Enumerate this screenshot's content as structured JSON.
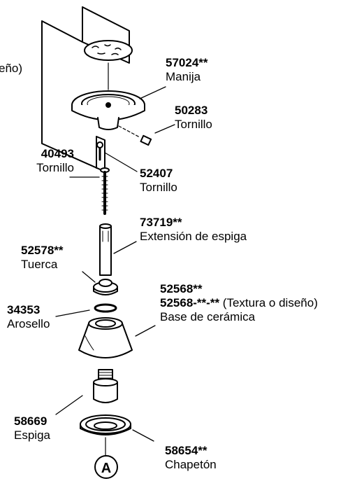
{
  "labels": {
    "top_left_fragment": "eño)",
    "manija": {
      "part": "57024**",
      "name": "Manija"
    },
    "tornillo_set": {
      "part": "50283",
      "name": "Tornillo"
    },
    "tornillo_long": {
      "part": "40493",
      "name": "Tornillo"
    },
    "tornillo_small": {
      "part": "52407",
      "name": "Tornillo"
    },
    "extension": {
      "part": "73719**",
      "name": "Extensión de espiga"
    },
    "tuerca": {
      "part": "52578**",
      "name": "Tuerca"
    },
    "base": {
      "part": "52568**",
      "part_alt": "52568-**-**",
      "note": "(Textura o diseño)",
      "name": "Base de cerámica"
    },
    "arosello": {
      "part": "34353",
      "name": "Arosello"
    },
    "espiga": {
      "part": "58669",
      "name": "Espiga"
    },
    "chapeton": {
      "part": "58654**",
      "name": "Chapetón"
    },
    "circle_letter": "A"
  }
}
